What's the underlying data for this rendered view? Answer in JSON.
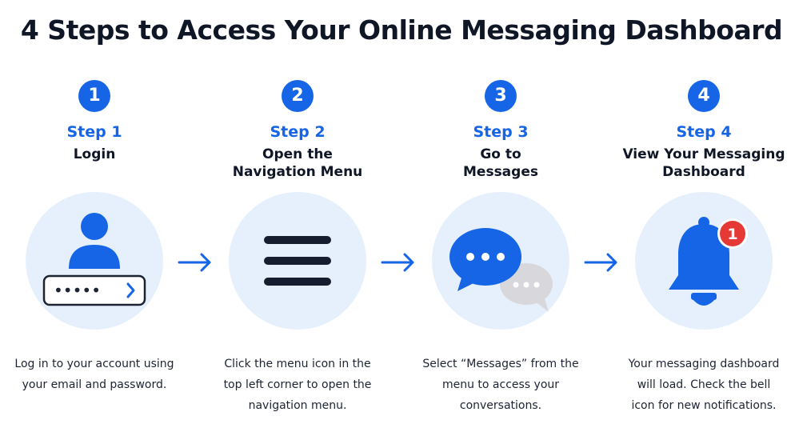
{
  "title": "4 Steps to Access Your Online Messaging Dashboard",
  "accent_color": "#1565e6",
  "steps": [
    {
      "number": "1",
      "label": "Step 1",
      "title_line1": "Login",
      "title_line2": "",
      "icon": "user-login-icon",
      "password_mask": "•••••",
      "description": "Log in to your account using your email and password."
    },
    {
      "number": "2",
      "label": "Step 2",
      "title_line1": "Open the",
      "title_line2": "Navigation Menu",
      "icon": "hamburger-menu-icon",
      "description": "Click the menu icon in the top left corner to open the navigation menu."
    },
    {
      "number": "3",
      "label": "Step 3",
      "title_line1": "Go to",
      "title_line2": "Messages",
      "icon": "chat-bubbles-icon",
      "description": "Select “Messages” from the menu to access your conversations."
    },
    {
      "number": "4",
      "label": "Step 4",
      "title_line1": "View Your Messaging",
      "title_line2": "Dashboard",
      "icon": "bell-notification-icon",
      "badge_count": "1",
      "description": "Your messaging dashboard will load. Check the bell icon for new notifications."
    }
  ]
}
